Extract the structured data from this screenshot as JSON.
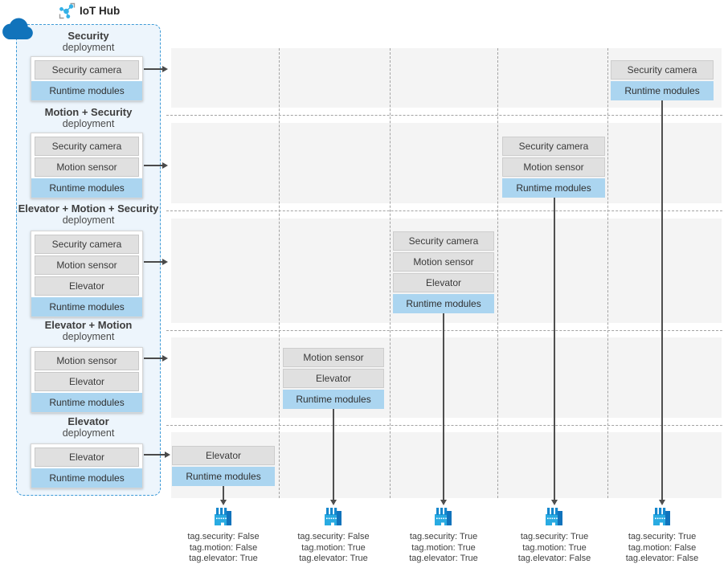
{
  "header": {
    "iot_hub_label": "IoT Hub"
  },
  "labels": {
    "runtime": "Runtime modules"
  },
  "deployments": [
    {
      "line1": "Security",
      "line2": "deployment",
      "modules": [
        "Security camera"
      ]
    },
    {
      "line1": "Motion + Security",
      "line2": "deployment",
      "modules": [
        "Security camera",
        "Motion sensor"
      ]
    },
    {
      "line1": "Elevator + Motion + Security",
      "line2": "deployment",
      "modules": [
        "Security camera",
        "Motion sensor",
        "Elevator"
      ]
    },
    {
      "line1": "Elevator + Motion",
      "line2": "deployment",
      "modules": [
        "Motion sensor",
        "Elevator"
      ]
    },
    {
      "line1": "Elevator",
      "line2": "deployment",
      "modules": [
        "Elevator"
      ]
    }
  ],
  "devices": [
    {
      "modules": [
        "Elevator"
      ],
      "tags": [
        "tag.security: False",
        "tag.motion: False",
        "tag.elevator: True"
      ]
    },
    {
      "modules": [
        "Motion sensor",
        "Elevator"
      ],
      "tags": [
        "tag.security: False",
        "tag.motion: True",
        "tag.elevator: True"
      ]
    },
    {
      "modules": [
        "Security camera",
        "Motion sensor",
        "Elevator"
      ],
      "tags": [
        "tag.security: True",
        "tag.motion: True",
        "tag.elevator: True"
      ]
    },
    {
      "modules": [
        "Security camera",
        "Motion sensor"
      ],
      "tags": [
        "tag.security: True",
        "tag.motion: True",
        "tag.elevator: False"
      ]
    },
    {
      "modules": [
        "Security camera"
      ],
      "tags": [
        "tag.security: True",
        "tag.motion: False",
        "tag.elevator: False"
      ]
    }
  ],
  "icons": {
    "cloud": "cloud-icon",
    "iot_hub": "iot-hub-icon",
    "factory": "iot-edge-device-icon",
    "arrow": "arrow-icon"
  },
  "colors": {
    "azure_blue": "#1173bc",
    "hub_accent": "#35b1e6",
    "panel_fill": "#edf5fc",
    "panel_border": "#3f9bd7",
    "module_fill": "#e0e0e0",
    "runtime_fill": "#abd5f0",
    "band_fill": "#f4f4f4",
    "arrow": "#4a4a4a",
    "factory_light": "#29abe2",
    "factory_dark": "#1173bc"
  }
}
